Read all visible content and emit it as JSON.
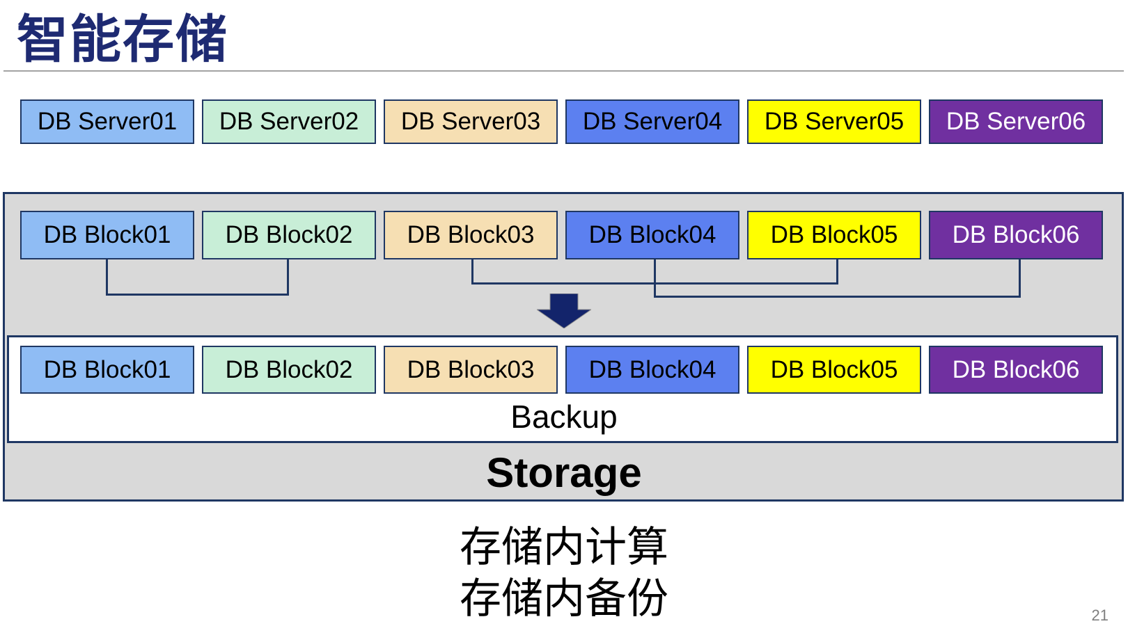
{
  "title": "智能存储",
  "title_color": "#1e2a72",
  "page_number": "21",
  "caption": [
    "存储内计算",
    "存储内备份"
  ],
  "storage_label": "Storage",
  "backup_label": "Backup",
  "palette": {
    "box_border": "#1f3763",
    "container_border": "#1f3763",
    "container_fill": "#d9d9d9",
    "connector": "#1f3763",
    "arrow": "#13246b",
    "divider": "#a3a3a3",
    "page_number_color": "#7f7f7f"
  },
  "servers": [
    {
      "label": "DB Server01",
      "fill": "#8fbcf4",
      "text_color": "#000000"
    },
    {
      "label": "DB Server02",
      "fill": "#c8eed7",
      "text_color": "#000000"
    },
    {
      "label": "DB Server03",
      "fill": "#f6dfb3",
      "text_color": "#000000"
    },
    {
      "label": "DB Server04",
      "fill": "#5c80f0",
      "text_color": "#000000"
    },
    {
      "label": "DB Server05",
      "fill": "#ffff00",
      "text_color": "#000000"
    },
    {
      "label": "DB Server06",
      "fill": "#7030a0",
      "text_color": "#ffffff"
    }
  ],
  "blocks_primary": [
    {
      "label": "DB Block01",
      "fill": "#8fbcf4",
      "text_color": "#000000"
    },
    {
      "label": "DB Block02",
      "fill": "#c8eed7",
      "text_color": "#000000"
    },
    {
      "label": "DB Block03",
      "fill": "#f6dfb3",
      "text_color": "#000000"
    },
    {
      "label": "DB Block04",
      "fill": "#5c80f0",
      "text_color": "#000000"
    },
    {
      "label": "DB Block05",
      "fill": "#ffff00",
      "text_color": "#000000"
    },
    {
      "label": "DB Block06",
      "fill": "#7030a0",
      "text_color": "#ffffff"
    }
  ],
  "blocks_backup": [
    {
      "label": "DB Block01",
      "fill": "#8fbcf4",
      "text_color": "#000000"
    },
    {
      "label": "DB Block02",
      "fill": "#c8eed7",
      "text_color": "#000000"
    },
    {
      "label": "DB Block03",
      "fill": "#f6dfb3",
      "text_color": "#000000"
    },
    {
      "label": "DB Block04",
      "fill": "#5c80f0",
      "text_color": "#000000"
    },
    {
      "label": "DB Block05",
      "fill": "#ffff00",
      "text_color": "#000000"
    },
    {
      "label": "DB Block06",
      "fill": "#7030a0",
      "text_color": "#ffffff"
    }
  ],
  "connections": [
    {
      "from": "DB Block01",
      "to": "DB Block02"
    },
    {
      "from": "DB Block03",
      "to": "DB Block05"
    },
    {
      "from": "DB Block04",
      "to": "DB Block06"
    }
  ]
}
